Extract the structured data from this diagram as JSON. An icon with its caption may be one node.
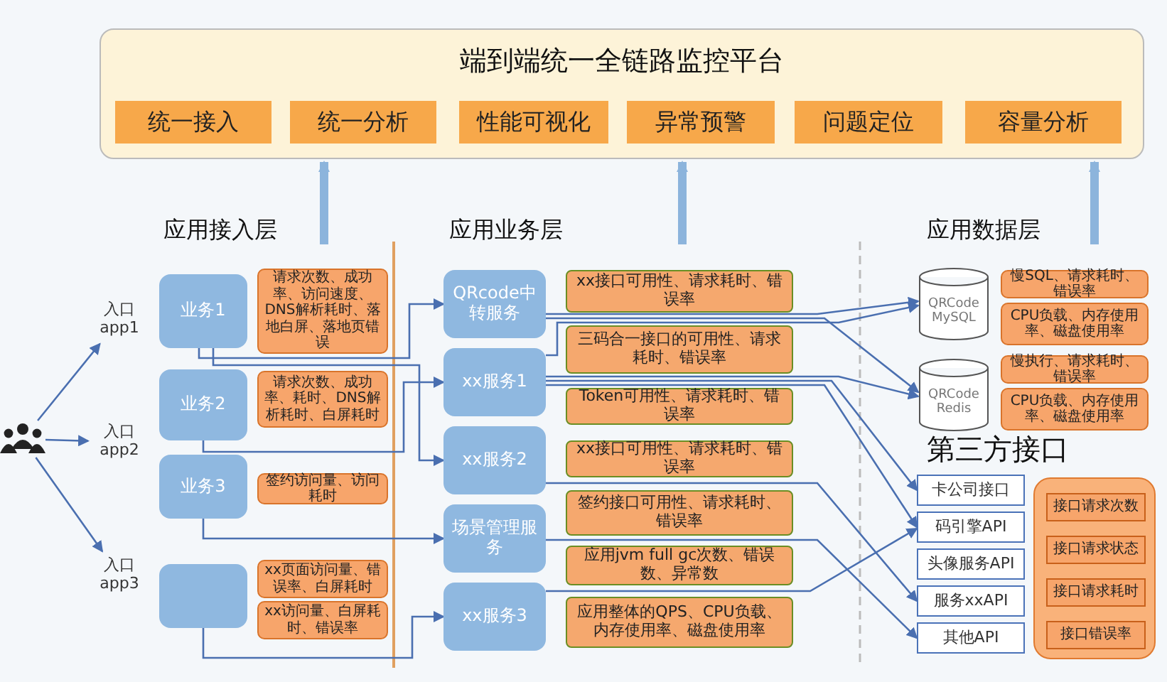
{
  "diagram": {
    "nodes": [
      {
        "text": [
          "端到端统一全链路监控平台"
        ]
      },
      {
        "text": [
          "统一接入"
        ],
        "in": 0
      },
      {
        "text": [
          "统一分析"
        ],
        "in": 0
      },
      {
        "text": [
          "性能可视化"
        ],
        "in": 0
      },
      {
        "text": [
          "异常预警"
        ],
        "in": 0
      },
      {
        "text": [
          "问题定位"
        ],
        "in": 0
      },
      {
        "text": [
          "容量分析"
        ],
        "in": 0
      },
      {
        "text": [],
        "shape": "person"
      },
      {
        "text": [
          "入口 app1"
        ]
      },
      {
        "text": [
          "入口 app2"
        ]
      },
      {
        "text": [
          "入口 app3"
        ]
      },
      {
        "text": [
          "业务1"
        ]
      },
      {
        "text": [
          "请求次数、成功率、访问速度、DNS解析耗时、落地白屏、落地页错误"
        ]
      },
      {
        "text": [
          "业务2"
        ]
      },
      {
        "text": [
          "请求次数、成功率、耗时、DNS解析耗时、白屏耗时"
        ]
      },
      {
        "text": [
          "业务3"
        ]
      },
      {
        "text": [
          "签约访问量、访问耗时"
        ]
      },
      {
        "text": [],
        "shape": "box"
      },
      {
        "text": [
          "xx页面访问量、错误率、白屏耗时"
        ]
      },
      {
        "text": [
          "xx访问量、白屏耗时、错误率"
        ]
      },
      {
        "text": [
          "QRcode中转服务"
        ]
      },
      {
        "text": [
          "xx服务1"
        ]
      },
      {
        "text": [
          "xx服务2"
        ]
      },
      {
        "text": [
          "场景管理服务"
        ]
      },
      {
        "text": [
          "xx服务3"
        ]
      },
      {
        "text": [
          "xx接口可用性、请求耗时、错误率"
        ]
      },
      {
        "text": [
          "三码合一接口的可用性、请求耗时、错误率"
        ]
      },
      {
        "text": [
          "Token可用性、请求耗时、错误率"
        ]
      },
      {
        "text": [
          "xx接口可用性、请求耗时、错误率"
        ]
      },
      {
        "text": [
          "签约接口可用性、请求耗时、错误率"
        ]
      },
      {
        "text": [
          "应用jvm full gc次数、错误数、异常数"
        ]
      },
      {
        "text": [
          "应用整体的QPS、CPU负载、内存使用率、磁盘使用率"
        ]
      },
      {
        "text": [
          "QRCode MySQL"
        ]
      },
      {
        "text": [
          "QRCode Redis"
        ]
      },
      {
        "text": [
          "慢SQL、请求耗时、错误率"
        ]
      },
      {
        "text": [
          "CPU负载、内存使用率、磁盘使用率"
        ]
      },
      {
        "text": [
          "慢执行、请求耗时、错误率"
        ]
      },
      {
        "text": [
          "CPU负载、内存使用率、磁盘使用率"
        ]
      },
      {
        "text": [
          "卡公司接口"
        ]
      },
      {
        "text": [
          "码引擎API"
        ]
      },
      {
        "text": [
          "头像服务API"
        ]
      },
      {
        "text": [
          "服务xxAPI"
        ]
      },
      {
        "text": [
          "其他API"
        ]
      },
      {
        "text": [],
        "shape": "box"
      },
      {
        "text": [
          "接口请求次数"
        ],
        "in": 43
      },
      {
        "text": [
          "接口请求状态"
        ],
        "in": 43
      },
      {
        "text": [
          "接口请求耗时"
        ],
        "in": 43
      },
      {
        "text": [
          "接口错误率"
        ],
        "in": 43
      }
    ],
    "edges": [
      {
        "from": 7,
        "to": 8,
        "arrow": "to"
      },
      {
        "from": 7,
        "to": 9,
        "arrow": "to"
      },
      {
        "from": 7,
        "to": 10,
        "arrow": "to"
      },
      {
        "from": 11,
        "to": 20,
        "arrow": "to"
      },
      {
        "from": 11,
        "to": 22,
        "arrow": "to"
      },
      {
        "from": 13,
        "to": 21,
        "arrow": "to"
      },
      {
        "from": 15,
        "to": 23,
        "arrow": "to"
      },
      {
        "from": 17,
        "to": 24,
        "arrow": "to"
      },
      {
        "from": 20,
        "to": 32,
        "arrow": "to"
      },
      {
        "from": 20,
        "to": 33,
        "arrow": "to"
      },
      {
        "from": 21,
        "to": 32,
        "arrow": "to"
      },
      {
        "from": 21,
        "to": 33,
        "arrow": "to"
      },
      {
        "from": 21,
        "to": 38,
        "arrow": "to"
      },
      {
        "from": 21,
        "to": 39,
        "arrow": "to"
      },
      {
        "from": 22,
        "to": 41,
        "arrow": "to"
      },
      {
        "from": 23,
        "to": 42,
        "arrow": "to"
      },
      {
        "from": 24,
        "to": 39,
        "arrow": "to"
      },
      {
        "from": null,
        "to": 0,
        "arrow": "to",
        "style": "thick",
        "color": "#8cb4dc"
      },
      {
        "from": null,
        "to": 0,
        "arrow": "to",
        "style": "thick",
        "color": "#8cb4dc"
      },
      {
        "from": null,
        "to": 0,
        "arrow": "to",
        "style": "thick",
        "color": "#8cb4dc"
      }
    ],
    "labels": [
      "应用接入层",
      "应用业务层",
      "应用数据层",
      "第三方接口"
    ]
  }
}
